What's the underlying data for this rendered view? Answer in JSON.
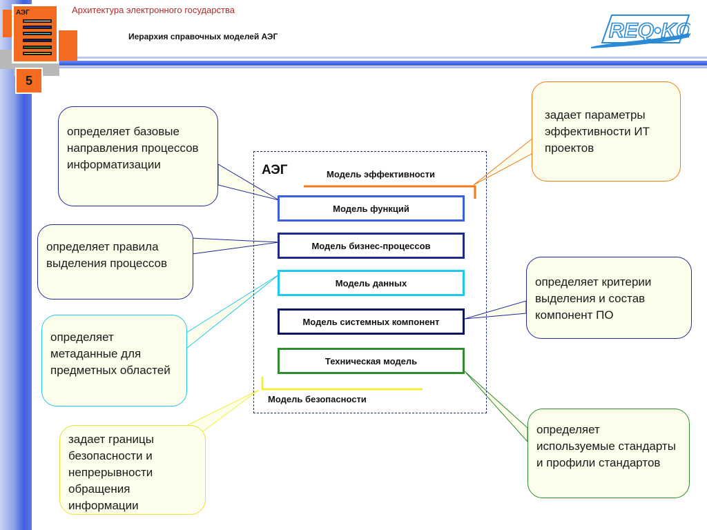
{
  "header": {
    "logo_text": "АЭГ",
    "page_number": "5",
    "subtitle": "Архитектура электронного государства",
    "title": "Иерархия справочных моделей АЭГ",
    "brand": "REQ•KO"
  },
  "diagram": {
    "frame_label": "АЭГ",
    "efficiency_model": "Модель эффективности",
    "security_model": "Модель безопасности",
    "models": [
      {
        "label": "Модель функций",
        "color": "#3b5fe0"
      },
      {
        "label": "Модель бизнес-процессов",
        "color": "#1f2a8a"
      },
      {
        "label": "Модель данных",
        "color": "#1ec8ee"
      },
      {
        "label": "Модель системных компонент",
        "color": "#0a1466"
      },
      {
        "label": "Техническая модель",
        "color": "#2e8b2e"
      }
    ],
    "callouts": {
      "functions": "определяет базовые направления процессов информатизации",
      "business_processes": "определяет правила выделения процессов",
      "data": "определяет метаданные для предметных областей",
      "security": "задает границы безопасности и непрерывности обращения информации",
      "efficiency": "задает параметры эффективности ИТ проектов",
      "system_components": "определяет критерии выделения и состав компонент ПО",
      "technical": "определяет используемые стандарты и профили стандартов"
    },
    "colors": {
      "efficiency": "#f07a16",
      "security": "#f5ef3a"
    }
  }
}
